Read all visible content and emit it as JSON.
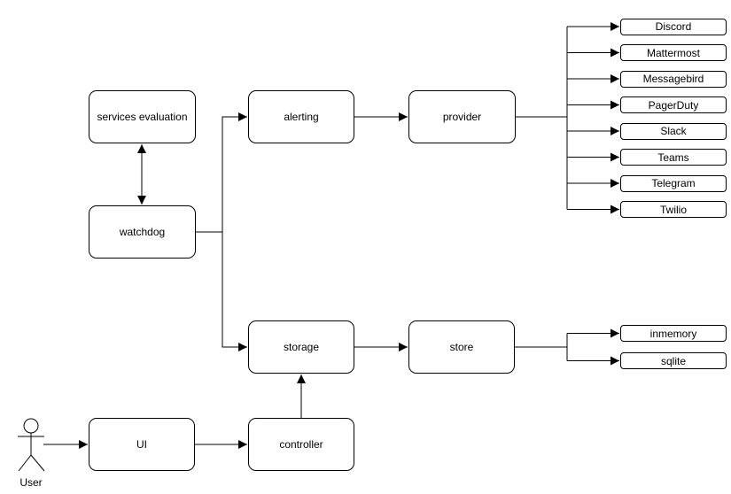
{
  "diagram": {
    "nodes": {
      "services_evaluation": "services evaluation",
      "watchdog": "watchdog",
      "alerting": "alerting",
      "provider": "provider",
      "storage": "storage",
      "store": "store",
      "ui": "UI",
      "controller": "controller"
    },
    "providers": [
      "Discord",
      "Mattermost",
      "Messagebird",
      "PagerDuty",
      "Slack",
      "Teams",
      "Telegram",
      "Twilio"
    ],
    "store_backends": [
      "inmemory",
      "sqlite"
    ],
    "actor_label": "User",
    "edges": [
      {
        "from": "watchdog",
        "to": "services evaluation",
        "arrows": "both"
      },
      {
        "from": "watchdog",
        "to": "alerting",
        "arrows": "end"
      },
      {
        "from": "watchdog",
        "to": "storage",
        "arrows": "end"
      },
      {
        "from": "alerting",
        "to": "provider",
        "arrows": "end"
      },
      {
        "from": "provider",
        "to": "Discord",
        "arrows": "end"
      },
      {
        "from": "provider",
        "to": "Mattermost",
        "arrows": "end"
      },
      {
        "from": "provider",
        "to": "Messagebird",
        "arrows": "end"
      },
      {
        "from": "provider",
        "to": "PagerDuty",
        "arrows": "end"
      },
      {
        "from": "provider",
        "to": "Slack",
        "arrows": "end"
      },
      {
        "from": "provider",
        "to": "Teams",
        "arrows": "end"
      },
      {
        "from": "provider",
        "to": "Telegram",
        "arrows": "end"
      },
      {
        "from": "provider",
        "to": "Twilio",
        "arrows": "end"
      },
      {
        "from": "storage",
        "to": "store",
        "arrows": "end"
      },
      {
        "from": "store",
        "to": "inmemory",
        "arrows": "end"
      },
      {
        "from": "store",
        "to": "sqlite",
        "arrows": "end"
      },
      {
        "from": "User",
        "to": "UI",
        "arrows": "end"
      },
      {
        "from": "UI",
        "to": "controller",
        "arrows": "end"
      },
      {
        "from": "controller",
        "to": "storage",
        "arrows": "end"
      }
    ],
    "colors": {
      "stroke": "#000000",
      "node_fill": "#ffffff",
      "text": "#000000",
      "background": "#ffffff"
    }
  }
}
